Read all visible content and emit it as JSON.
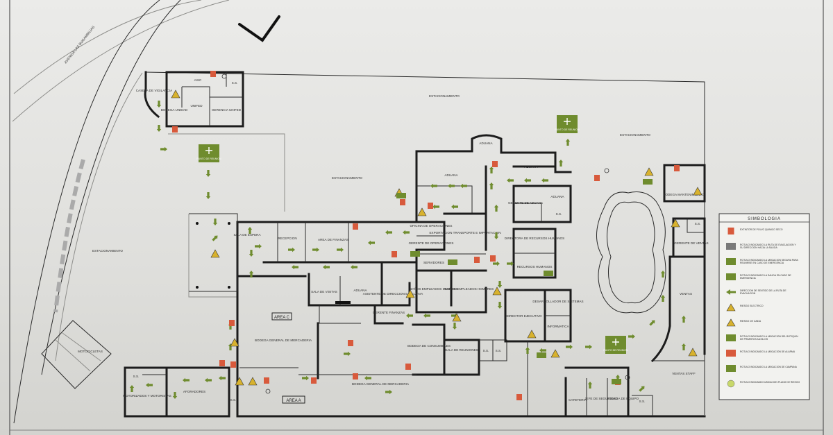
{
  "plan": {
    "labels": {
      "caseta": "CASETA DE VIGILANCIA",
      "asic": "ASIC",
      "ss": "S.S.",
      "bodega_unidad": "BODEGA UNIDAD",
      "gerencia_unified": "GERENCIA UNIFED",
      "unifed": "UNIFED",
      "estacionamiento": "ESTACIONAMIENTO",
      "aduana": "ADUANA",
      "gerente_aduana": "GERENTE DE ADUANA",
      "directora_recursos": "DIRECTORA DE RECURSOS HUMANOS",
      "recursos_humanos": "RECURSOS HUMANOS",
      "area_finanzas": "AREA DE FINANZAS",
      "recepcion": "RECEPCION",
      "sala_espera": "SALA DE ESPERA",
      "exportacion": "EXPORTACION TRANSPORTE E IMPORTACION",
      "oficina_operaciones": "OFICINA DE OPERACIONES",
      "gerente_operaciones": "GERENTE DE OPERACIONES",
      "servidores": "SERVIDORES",
      "banos_mujeres": "BAÑOS EMPLEADOS MUJERES",
      "banos_hombres": "BAÑOS EMPLEADOS HOMBRES",
      "sala_visitas": "SALA DE VISITAS",
      "asistente_direccion": "ASISTENTE DE DIRECCION EJECUTIVA",
      "gerente_finanzas": "GERENTE FINANZAS",
      "director_ejecutivo": "DIRECTOR EJECUTIVO",
      "desarrollador": "DESARROLLADOR DE SISTEMAS",
      "informatica": "INFORMATICA",
      "sala_reuniones": "SALA DE REUNIONES",
      "bodega_consumibles": "BODEGA DE CONSUMIBLES",
      "area_c": "AREA C",
      "area_a": "AREA A",
      "bodega_mercaderia": "BODEGA GENERAL DE MERCADERIA",
      "aforadores": "AFORADORES",
      "motorizados": "MOTORIZADOS Y MOTORISTAS",
      "cafeteria": "CAFETERIA",
      "jefe_seguridad": "JEFE DE SEGURIDAD",
      "bodega_mantenimiento": "BODEGA MANTENIMIENTO",
      "bodega_equipo": "BODEGA DE EQUIPO",
      "gerente_ventas": "GERENTE DE VENTAS",
      "ventas": "VENTAS",
      "ventas_staff": "VENTAS STAFF",
      "punto_reunion": "PUNTO DE REUNION",
      "av_label": "AVENIDA LAS BUGAMBILIAS",
      "motocicletas": "MOTOCICLETAS"
    },
    "legend": {
      "title": "SIMBOLOGIA",
      "items": [
        {
          "icon": "fire-extinguisher-icon",
          "color": "#d85a3c",
          "text": "EXTINTOR DE POLVO QUIMICO SECO"
        },
        {
          "icon": "exit-arrow-icon",
          "color": "#7a7a7a",
          "text": "ROTULO INDICANDO LA RUTA DE EVACUACION Y SU DIRECCION HACIA LA SALIDA"
        },
        {
          "icon": "meeting-point-icon",
          "color": "#6f8c2e",
          "text": "ROTULO INDICANDO LA UBICACION SEGURA PARA REUNIRSE EN CASO DE EMERGENCIA"
        },
        {
          "icon": "emergency-exit-icon",
          "color": "#6f8c2e",
          "text": "ROTULO INDICANDO LA SALIDA EN CASO DE EMERGENCIA"
        },
        {
          "icon": "route-arrow-icon",
          "color": "#6f8c2e",
          "text": "DIRECCION DE SENTIDO DE LA RUTA DE EVACUACION"
        },
        {
          "icon": "electric-risk-icon",
          "color": "#d8b22e",
          "text": "RIESGO ELECTRICO"
        },
        {
          "icon": "fall-risk-icon",
          "color": "#d8b22e",
          "text": "RIESGO DE CAIDA"
        },
        {
          "icon": "first-aid-icon",
          "color": "#6f8c2e",
          "text": "ROTULO INDICANDO LA UBICACION DEL BOTIQUIN DE PRIMEROS AUXILIOS"
        },
        {
          "icon": "alarm-icon",
          "color": "#d85a3c",
          "text": "ROTULO INDICANDO LA UBICACION DE ALARMA"
        },
        {
          "icon": "bell-icon",
          "color": "#6f8c2e",
          "text": "ROTULO INDICANDO LA UBICACION DE CAMPANA"
        },
        {
          "icon": "location-pin-icon",
          "color": "#c8d86a",
          "text": "ROTULO INDICANDO UBICACION PLANO DE RIESGO"
        }
      ]
    }
  }
}
